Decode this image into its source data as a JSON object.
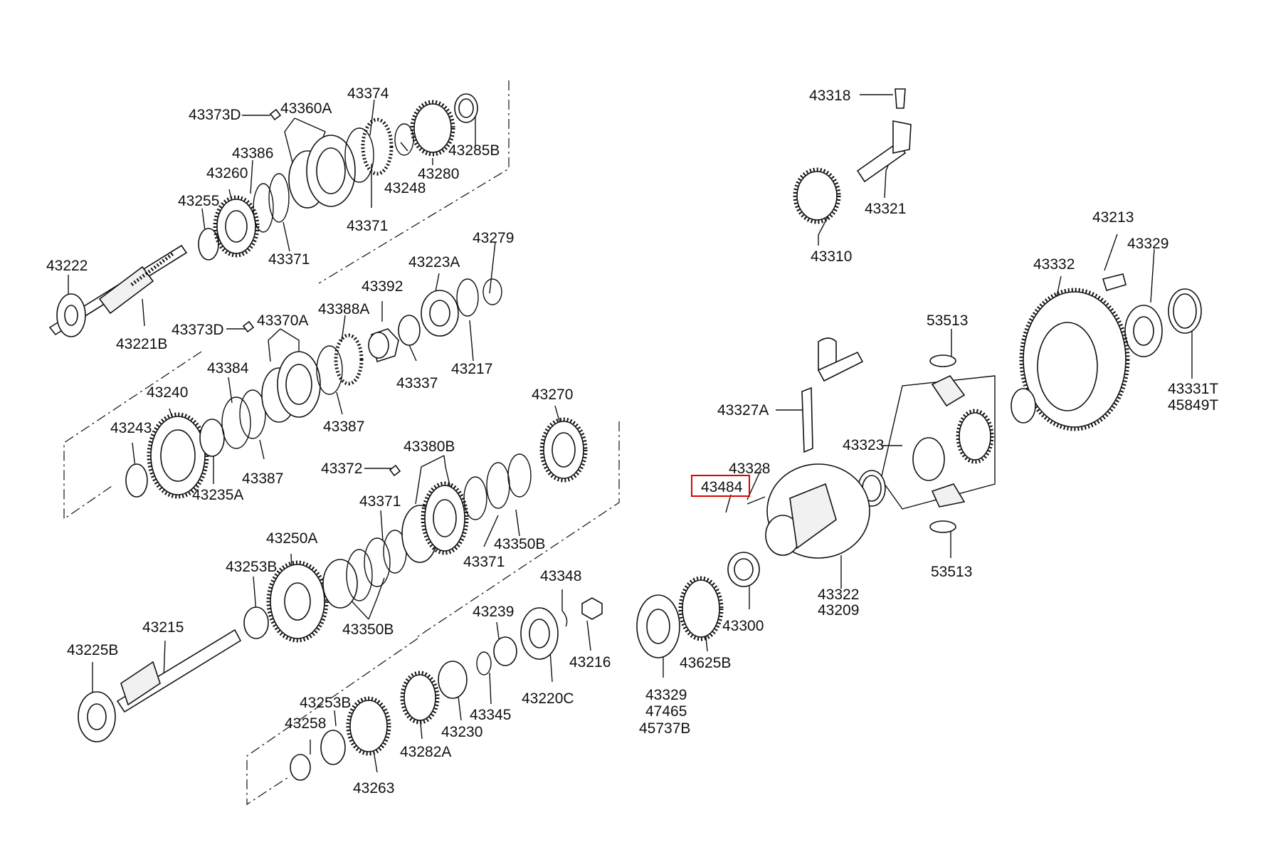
{
  "diagram": {
    "labels": {
      "l43373D_a": "43373D",
      "l43360A": "43360A",
      "l43374": "43374",
      "l43386": "43386",
      "l43260": "43260",
      "l43285B": "43285B",
      "l43255": "43255",
      "l43280": "43280",
      "l43248": "43248",
      "l43371_a": "43371",
      "l43371_b": "43371",
      "l43222": "43222",
      "l43221B": "43221B",
      "l43279": "43279",
      "l43223A": "43223A",
      "l43392": "43392",
      "l43388A": "43388A",
      "l43370A": "43370A",
      "l43373D_b": "43373D",
      "l43384": "43384",
      "l43337": "43337",
      "l43217": "43217",
      "l43240": "43240",
      "l43243": "43243",
      "l43387_a": "43387",
      "l43387_b": "43387",
      "l43235A": "43235A",
      "l43270": "43270",
      "l43380B": "43380B",
      "l43372": "43372",
      "l43371_c": "43371",
      "l43350B_a": "43350B",
      "l43371_d": "43371",
      "l43250A": "43250A",
      "l43253B_a": "43253B",
      "l43350B_b": "43350B",
      "l43215": "43215",
      "l43225B": "43225B",
      "l43348": "43348",
      "l43239": "43239",
      "l43216": "43216",
      "l43220C": "43220C",
      "l43253B_b": "43253B",
      "l43345": "43345",
      "l43230": "43230",
      "l43258": "43258",
      "l43282A": "43282A",
      "l43263": "43263",
      "l43318": "43318",
      "l43321": "43321",
      "l43310": "43310",
      "l43213": "43213",
      "l43329_a": "43329",
      "l43332": "43332",
      "l53513_a": "53513",
      "l43331T": "43331T",
      "l45849T": "45849T",
      "l43327A": "43327A",
      "l43323": "43323",
      "l43328": "43328",
      "l43484": "43484",
      "l43322": "43322",
      "l43209": "43209",
      "l53513_b": "53513",
      "l43300": "43300",
      "l43625B": "43625B",
      "l43329_b": "43329",
      "l47465": "47465",
      "l45737B": "45737B"
    },
    "highlighted_part": "43484",
    "colors": {
      "lines": "#111111",
      "highlight": "#e00000",
      "background": "#ffffff"
    }
  }
}
